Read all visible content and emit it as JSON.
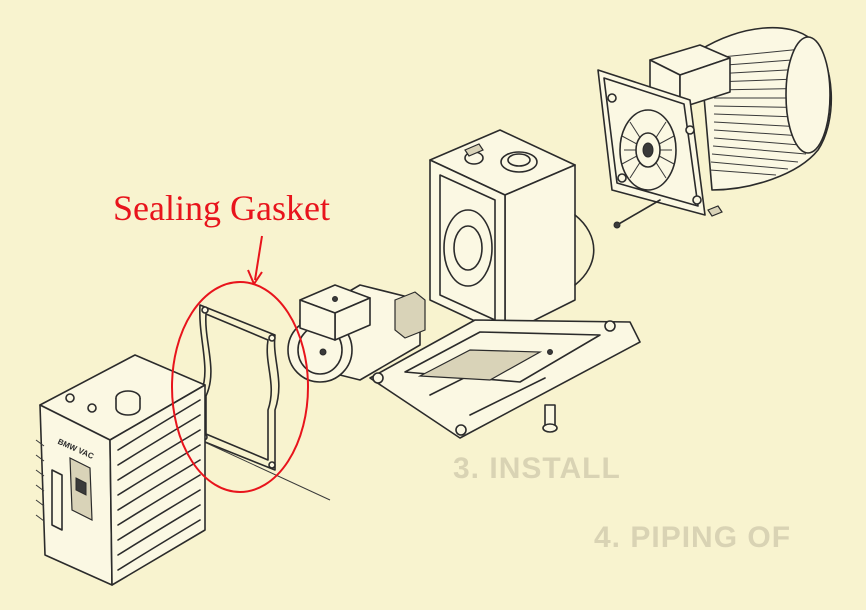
{
  "annotation": {
    "label": "Sealing Gasket",
    "color": "#e8141c"
  },
  "motor_label": {
    "text": "BMW VAC"
  },
  "background_text": {
    "line1": "3. INSTALL",
    "line2": "4. PIPING OF"
  },
  "colors": {
    "paper": "#f8f3cf",
    "ink": "#2b2b2b",
    "callout": "#e8141c"
  }
}
